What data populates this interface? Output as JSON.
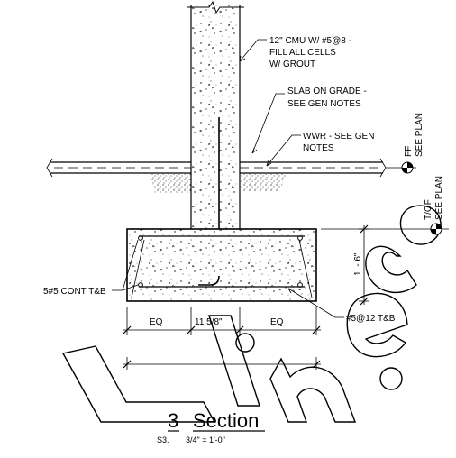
{
  "notes": {
    "cmu_line1": "12\" CMU W/ #5@8 -",
    "cmu_line2": "FILL ALL CELLS",
    "cmu_line3": "W/ GROUT",
    "slab_line1": "SLAB ON GRADE -",
    "slab_line2": "SEE GEN NOTES",
    "wwr_line1": "WWR - SEE GEN",
    "wwr_line2": "NOTES",
    "ff_label": "FF",
    "ff_see_plan": "SEE PLAN",
    "tof_label": "T/OF",
    "tof_see_plan": "SEE PLAN",
    "cont_bars": "5#5 CONT T&B",
    "trans_bars": "#5@12 T&B"
  },
  "dimensions": {
    "left_eq": "EQ",
    "wall_width": "11 5/8\"",
    "right_eq": "EQ",
    "footing_depth": "1' - 6\""
  },
  "title_block": {
    "number": "3",
    "title": "Section",
    "sheet_prefix": "S3.",
    "scale": "3/4\" = 1'-0\""
  },
  "watermark": {
    "text": "Line.co"
  }
}
